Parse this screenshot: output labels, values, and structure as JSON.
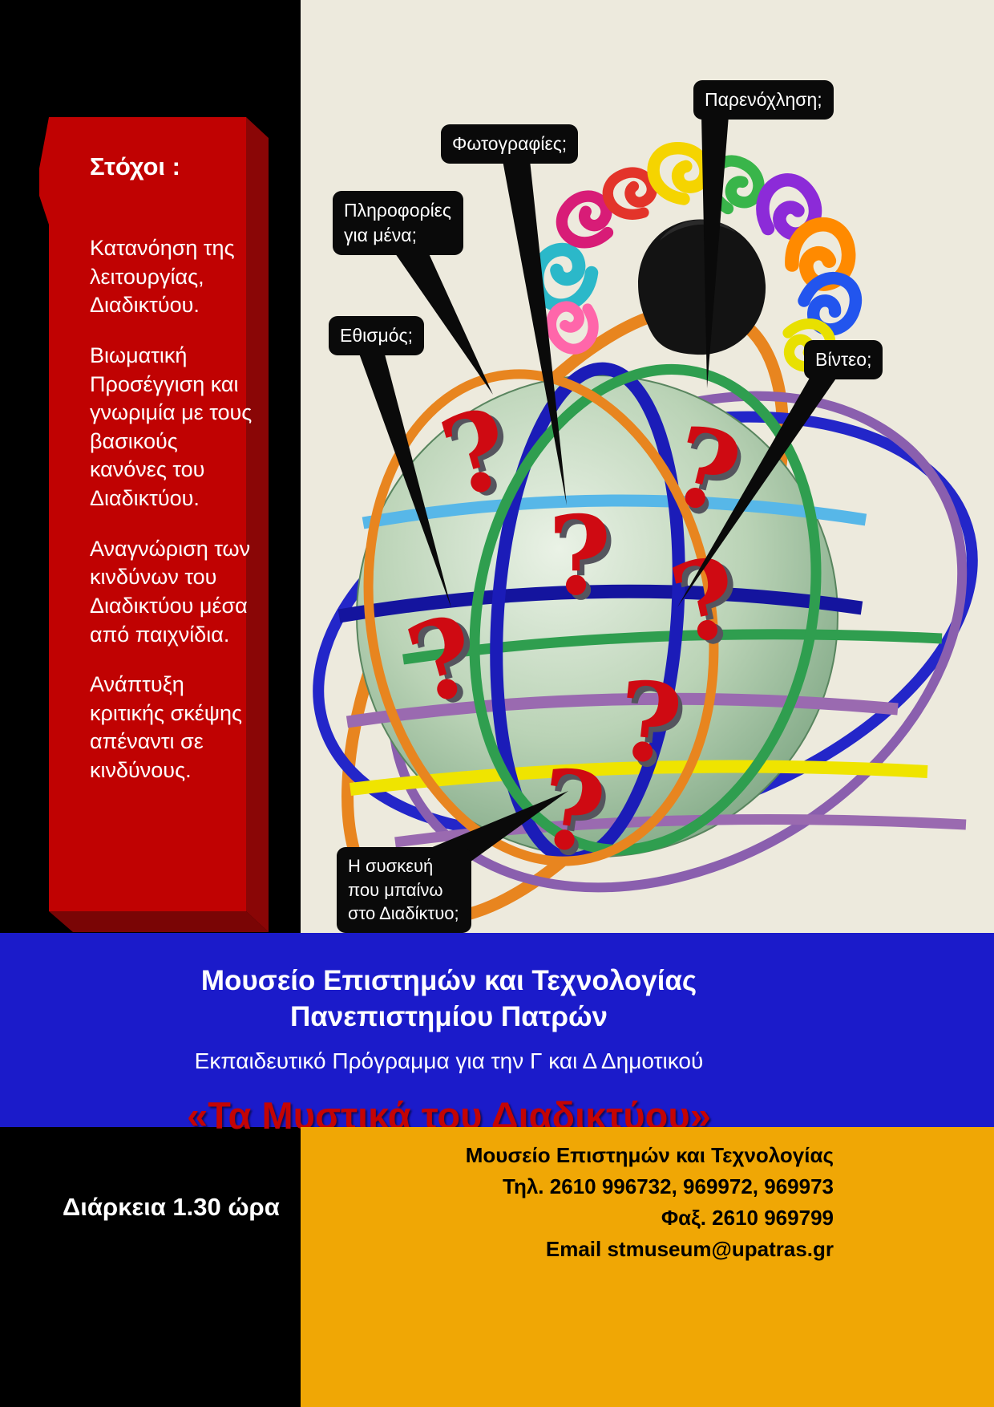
{
  "goals_panel": {
    "title": "Στόχοι :",
    "items": [
      "Κατανόηση της λειτουργίας, Διαδικτύου.",
      "Βιωματική Προσέγγιση και γνωριμία με τους βασικούς κανόνες του Διαδικτύου.",
      "Αναγνώριση των  κινδύνων του Διαδικτύου μέσα από παιχνίδια.",
      "Ανάπτυξη κριτικής σκέψης απέναντι σε κινδύνους."
    ]
  },
  "callouts": [
    {
      "id": "harassment",
      "label": "Παρενόχληση;"
    },
    {
      "id": "photos",
      "label": "Φωτογραφίες;"
    },
    {
      "id": "personal-info",
      "label": "Πληροφορίες για μένα;"
    },
    {
      "id": "addiction",
      "label": "Εθισμός;"
    },
    {
      "id": "video",
      "label": "Βίντεο;"
    },
    {
      "id": "device",
      "label": "Η συσκευή που μπαίνω  στο Διαδίκτυο;"
    }
  ],
  "question_mark": "?",
  "banner": {
    "line1": "Μουσείο  Επιστημών και Τεχνολογίας",
    "line2": "Πανεπιστημίου Πατρών",
    "line3": "Εκπαιδευτικό Πρόγραμμα για την Γ και Δ Δημοτικού",
    "title": "«Τα Μυστικά του Διαδικτύου»"
  },
  "footer": {
    "duration": "Διάρκεια  1.30 ώρα",
    "contact_lines": [
      "Μουσείο Επιστημών και Τεχνολογίας",
      "Τηλ. 2610 996732, 969972, 969973",
      "Φαξ. 2610 969799",
      "Email stmuseum@upatras.gr"
    ]
  },
  "colors": {
    "panel_red": "#c00202",
    "band_blue": "#1b1bca",
    "gold": "#f0a705",
    "beige": "#edeadd",
    "title_red": "#c40404",
    "question_red": "#cf0a12"
  }
}
